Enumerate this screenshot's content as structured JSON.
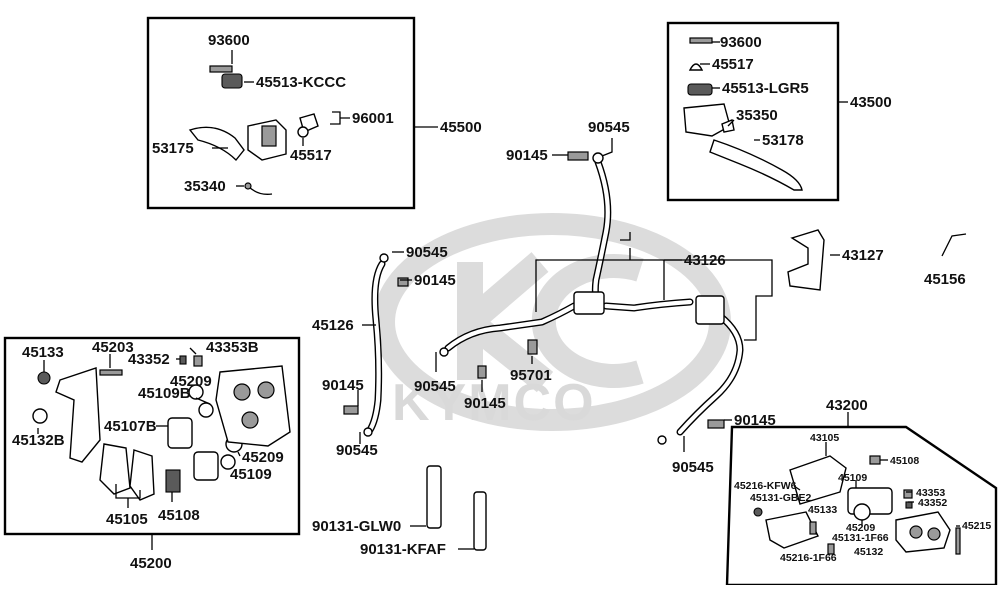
{
  "watermark": {
    "brand": "KYMCO"
  },
  "labels": {
    "p93600_left": "93600",
    "p45513_kccc": "45513-KCCC",
    "p96001": "96001",
    "p45500": "45500",
    "p53175": "53175",
    "p45517_left": "45517",
    "p35340": "35340",
    "p93600_right": "93600",
    "p45517_right": "45517",
    "p45513_lgr5": "45513-LGR5",
    "p43500": "43500",
    "p35350": "35350",
    "p53178": "53178",
    "p90545_top": "90545",
    "p90145_top": "90145",
    "p90545_mid": "90545",
    "p90145_mid": "90145",
    "p43126": "43126",
    "p43127": "43127",
    "p45156": "45156",
    "p45126": "45126",
    "p95701": "95701",
    "p90545_center": "90545",
    "p90145_center": "90145",
    "p90145_left": "90145",
    "p90545_left": "90545",
    "p90145_right": "90145",
    "p90545_right": "90545",
    "p90131_glw0": "90131-GLW0",
    "p90131_kfaf": "90131-KFAF",
    "p45133": "45133",
    "p45203": "45203",
    "p43352": "43352",
    "p43353b": "43353B",
    "p45109b": "45109B",
    "p45209_top": "45209",
    "p45132b": "45132B",
    "p45107b": "45107B",
    "p45209_bot": "45209",
    "p45109": "45109",
    "p45105": "45105",
    "p45108": "45108",
    "p45200": "45200",
    "p43200": "43200",
    "s43105": "43105",
    "s45108": "45108",
    "s45216_kfw6": "45216-KFW6",
    "s45109": "45109",
    "s45131_gbe2": "45131-GBE2",
    "s43353": "43353",
    "s43352": "43352",
    "s45133": "45133",
    "s45209": "45209",
    "s45215": "45215",
    "s45131_1f66": "45131-1F66",
    "s45132": "45132",
    "s45216_1f66": "45216-1F66"
  }
}
